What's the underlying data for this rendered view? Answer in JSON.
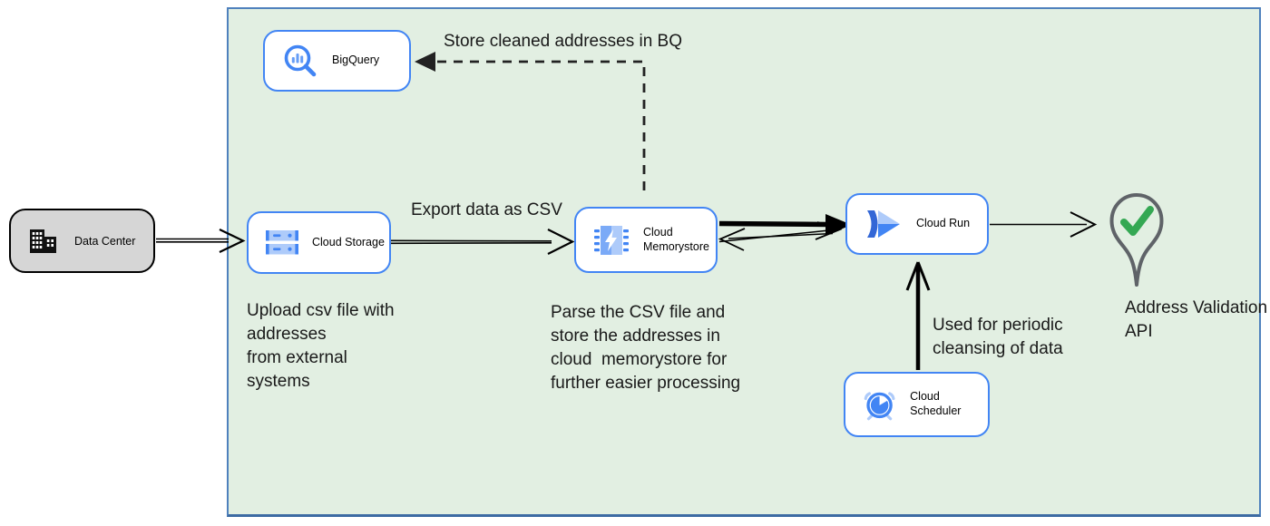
{
  "nodes": {
    "data_center": {
      "label": "Data Center"
    },
    "bigquery": {
      "label": "BigQuery"
    },
    "cloud_storage": {
      "label": "Cloud Storage"
    },
    "cloud_memorystore": {
      "label": "Cloud\nMemorystore"
    },
    "cloud_run": {
      "label": "Cloud Run"
    },
    "cloud_scheduler": {
      "label": "Cloud Scheduler"
    },
    "address_validation_api": {
      "label": "Address Validation\nAPI"
    }
  },
  "annotations": {
    "store_bq": "Store cleaned addresses in BQ",
    "export_csv": "Export data as CSV",
    "upload": "Upload csv file with\naddresses\nfrom external\nsystems",
    "parse": "Parse the CSV file and\nstore the addresses in\ncloud  memorystore for\nfurther easier processing",
    "periodic": "Used for periodic\ncleansing of data"
  },
  "colors": {
    "container_fill": "#e2efe2",
    "container_border": "#4f81bd",
    "node_border": "#4285f4",
    "node_fill": "#ffffff",
    "data_center_fill": "#d6d6d6",
    "data_center_border": "#000000",
    "icon_blue": "#4285f4",
    "icon_light_blue": "#aecbfa",
    "icon_medium_blue": "#669df6",
    "pin_outline": "#5f6368",
    "check_green": "#34a853",
    "arrow_color": "#000000"
  }
}
